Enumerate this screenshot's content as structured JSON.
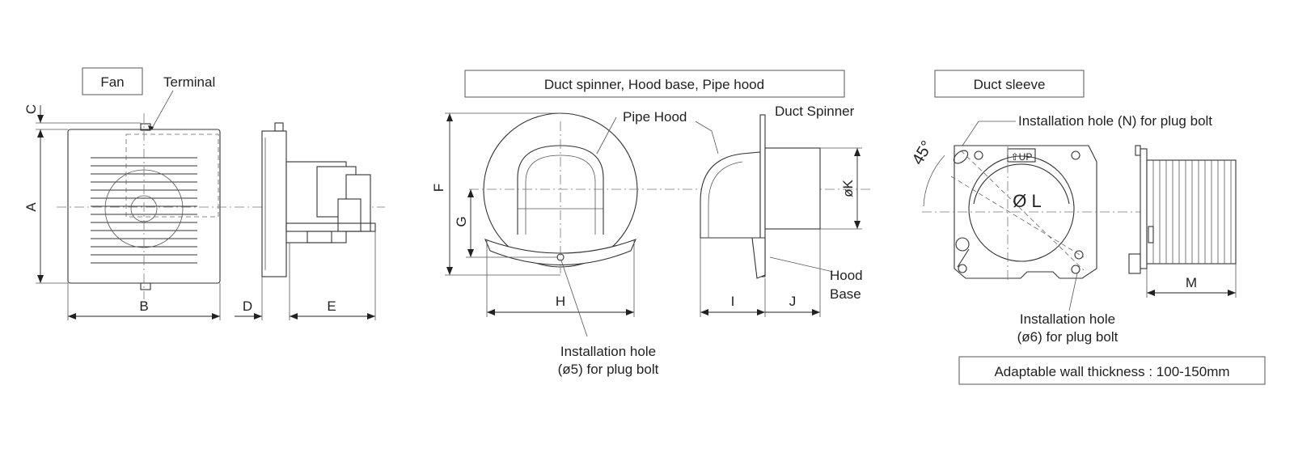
{
  "titles": {
    "fan": "Fan",
    "duct": "Duct spinner, Hood base, Pipe hood",
    "sleeve": "Duct sleeve"
  },
  "labels": {
    "terminal": "Terminal",
    "pipe_hood": "Pipe Hood",
    "duct_spinner": "Duct Spinner",
    "hood_base_1": "Hood",
    "hood_base_2": "Base",
    "install_hole_5_1": "Installation hole",
    "install_hole_5_2": "(ø5) for plug bolt",
    "install_hole_n": "Installation hole (N) for plug bolt",
    "install_hole_6_1": "Installation hole",
    "install_hole_6_2": "(ø6) for plug bolt",
    "angle": "45°",
    "up_mark": "⇧UP",
    "dia_l": "Ø L",
    "wall_thickness": "Adaptable wall thickness : 100-150mm"
  },
  "dimensions": {
    "A": "A",
    "B": "B",
    "C": "C",
    "D": "D",
    "E": "E",
    "F": "F",
    "G": "G",
    "H": "H",
    "I": "I",
    "J": "J",
    "K": "øK",
    "M": "M"
  }
}
